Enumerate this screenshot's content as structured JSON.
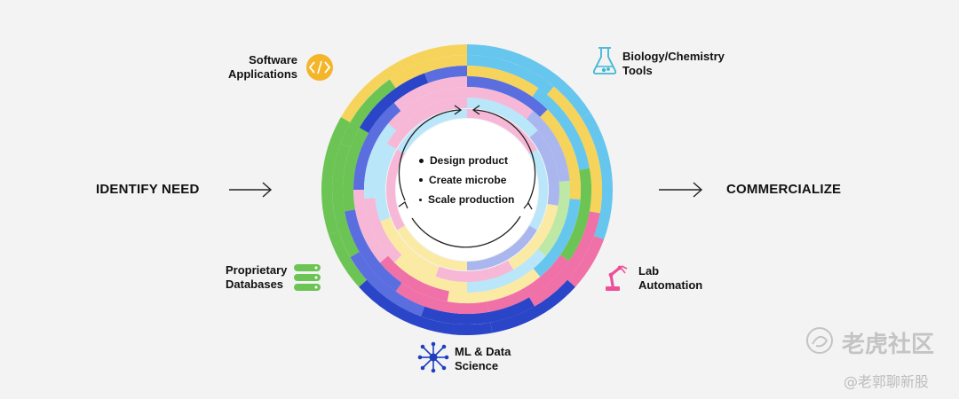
{
  "labels": {
    "identify": "IDENTIFY NEED",
    "commercialize": "COMMERCIALIZE",
    "software_line1": "Software",
    "software_line2": "Applications",
    "biochem_line1": "Biology/Chemistry",
    "biochem_line2": "Tools",
    "db_line1": "Proprietary",
    "db_line2": "Databases",
    "lab_line1": "Lab",
    "lab_line2": "Automation",
    "ml_line1": "ML & Data",
    "ml_line2": "Science"
  },
  "steps": [
    "Design product",
    "Create microbe",
    "Scale production"
  ],
  "watermark": {
    "main": "老虎社区",
    "sub": "@老郭聊新股"
  },
  "colors": {
    "blue_dark": "#2b45c8",
    "blue_mid": "#5b6ee0",
    "periwinkle": "#aab6ee",
    "pink": "#f070a8",
    "pink_light": "#f6b8d6",
    "yellow": "#f6d35a",
    "yellow_light": "#fbeaa4",
    "green": "#6cc454",
    "green_light": "#bde8a6",
    "cyan": "#66c6ee",
    "cyan_light": "#b9e6f8",
    "icon_orange": "#f5b52b",
    "icon_teal": "#3fb6d6",
    "icon_green": "#6cc454",
    "icon_pink": "#ee4f98",
    "icon_navy": "#1f3fbf"
  }
}
